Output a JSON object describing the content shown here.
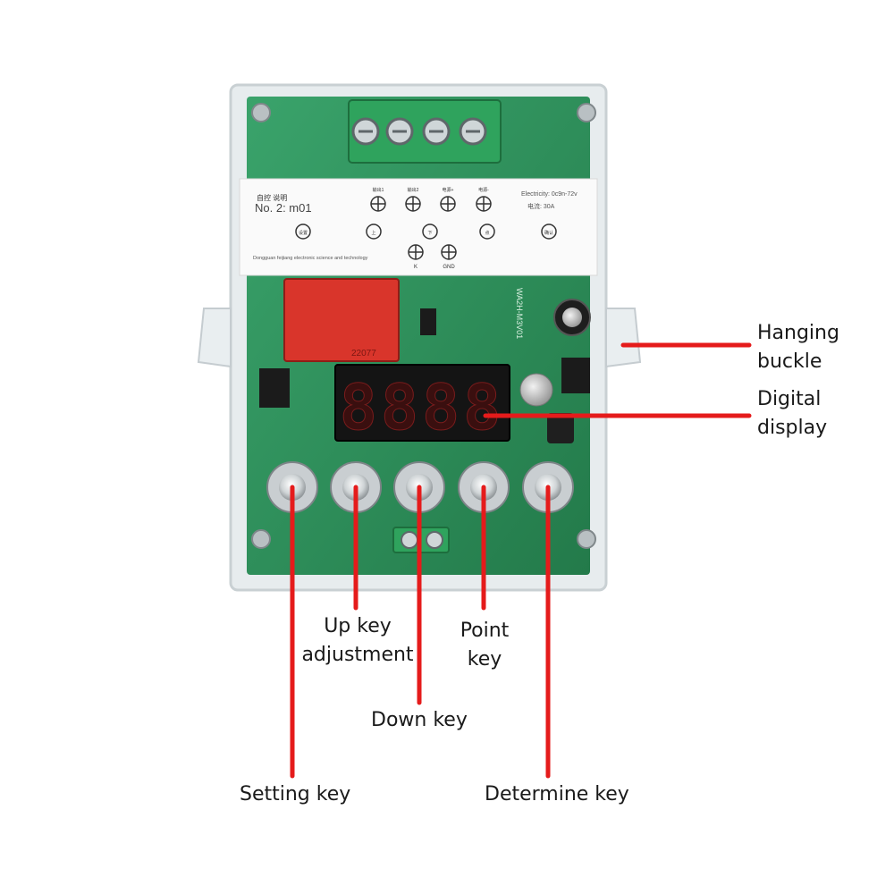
{
  "device": {
    "panel_title": "No. 2: m01",
    "panel_header_small": "自控 说明",
    "electricity_text": "Electricity: 0c9n-72v",
    "current_text": "电流: 30A",
    "manufacturer": "Dongguan feijiang electronic science and technology",
    "terminal_labels": [
      "输出1",
      "输出2",
      "电源+",
      "电源-"
    ],
    "round_labels": [
      "设置",
      "上",
      "下",
      "点",
      "确认"
    ],
    "bottom_labels": [
      "K",
      "GND"
    ],
    "pcb_model": "WA2H-M3V01",
    "relay_code": "22077",
    "display_digits": "8888"
  },
  "colors": {
    "callout_line": "#e51b1b",
    "pcb_green": "#2f8f5a",
    "terminal_green": "#2fa35d",
    "display_red": "#ff3030"
  },
  "callouts": {
    "hanging_buckle": "Hanging\nbuckle",
    "digital_display": "Digital\ndisplay",
    "up_key": "Up key\nadjustment",
    "point_key": "Point\nkey",
    "down_key": "Down key",
    "setting_key": "Setting key",
    "determine_key": "Determine key"
  }
}
